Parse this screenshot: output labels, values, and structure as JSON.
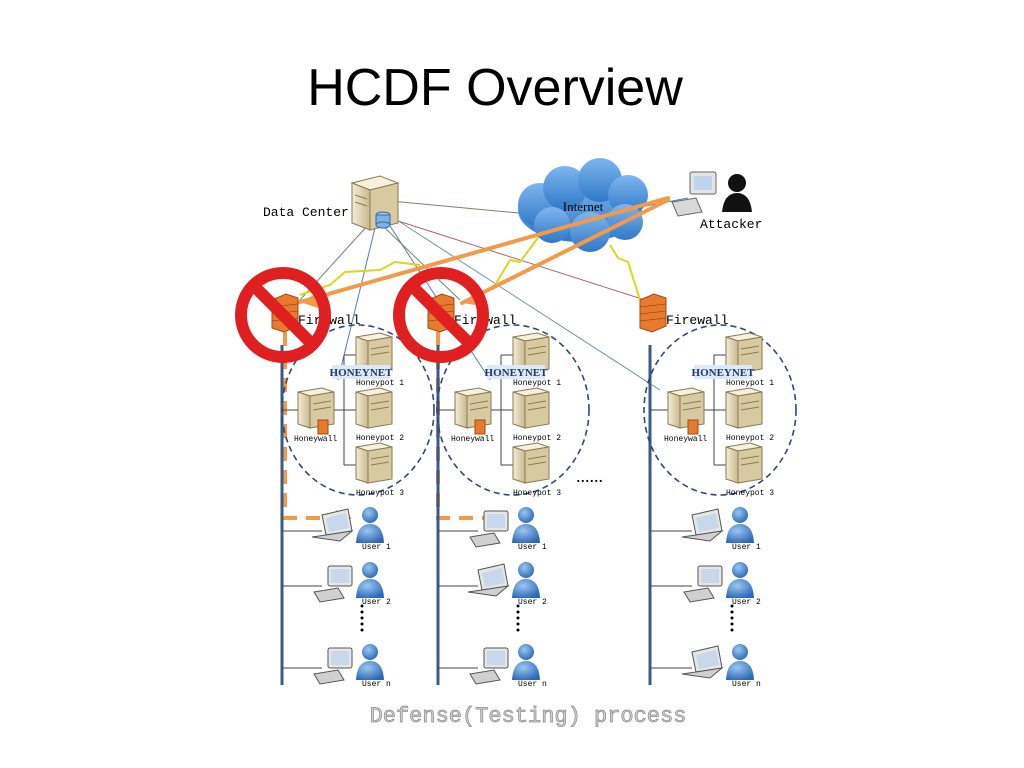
{
  "slide": {
    "title": "HCDF Overview"
  },
  "diagram": {
    "data_center_label": "Data Center",
    "internet_label": "Internet",
    "attacker_label": "Attacker",
    "caption": "Defense(Testing) process",
    "ellipsis": "......",
    "networks": [
      {
        "firewall_label": "Firewall",
        "blocked": true,
        "honeynet_label": "HONEYNET",
        "honeywall_label": "Honeywall",
        "honeypots": [
          "Honeypot 1",
          "Honeypot 2",
          "Honeypot 3"
        ],
        "users": [
          "User 1",
          "User 2",
          "User n"
        ]
      },
      {
        "firewall_label": "Firewall",
        "blocked": true,
        "honeynet_label": "HONEYNET",
        "honeywall_label": "Honeywall",
        "honeypots": [
          "Honeypot 1",
          "Honeypot 2",
          "Honeypot 3"
        ],
        "users": [
          "User 1",
          "User 2",
          "User n"
        ]
      },
      {
        "firewall_label": "Firewall",
        "blocked": false,
        "honeynet_label": "HONEYNET",
        "honeywall_label": "Honeywall",
        "honeypots": [
          "Honeypot 1",
          "Honeypot 2",
          "Honeypot 3"
        ],
        "users": [
          "User 1",
          "User 2",
          "User n"
        ]
      }
    ]
  },
  "colors": {
    "attack_path": "#f39a4a",
    "blocked_sign": "#e02020",
    "honeynet_border": "#2b4a7a",
    "cloud": "#4a8fd8",
    "user_icon": "#3a7ac8",
    "server_body": "#e8dcc0"
  }
}
